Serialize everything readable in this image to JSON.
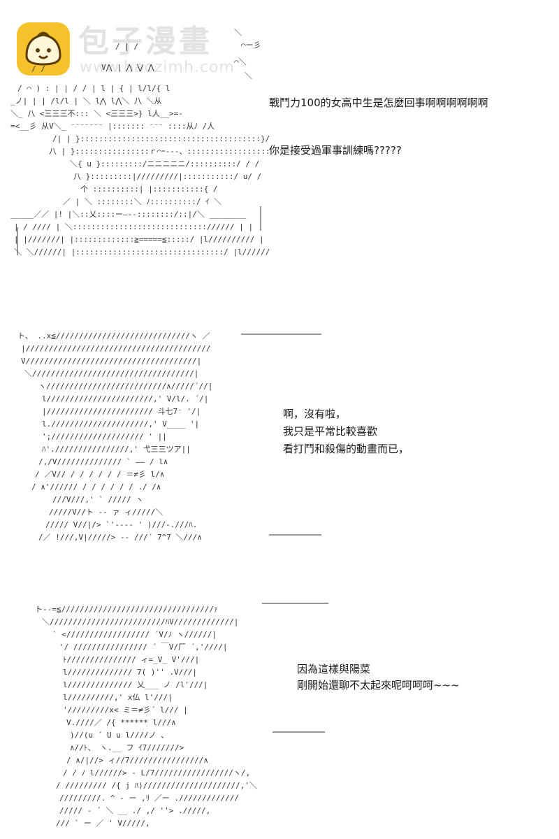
{
  "watermark": {
    "title": "包子漫畫",
    "domain": "www.baozimh.com",
    "logo_icon": "steamed-bun-face-icon",
    "brand_color": "#f6c22b"
  },
  "panels": [
    {
      "dialogue": [
        "戰鬥力100的女高中生是怎麼回事啊啊啊啊啊啊",
        "你是接受過軍事訓練嗎?????"
      ]
    },
    {
      "dialogue": [
        "啊，沒有啦，",
        "我只是平常比較喜歡",
        "看打鬥和殺傷的動畫而已，"
      ]
    },
    {
      "dialogue": [
        "因為這樣與陽菜",
        "剛開始還聊不太起來呢呵呵呵~~~"
      ]
    }
  ]
}
